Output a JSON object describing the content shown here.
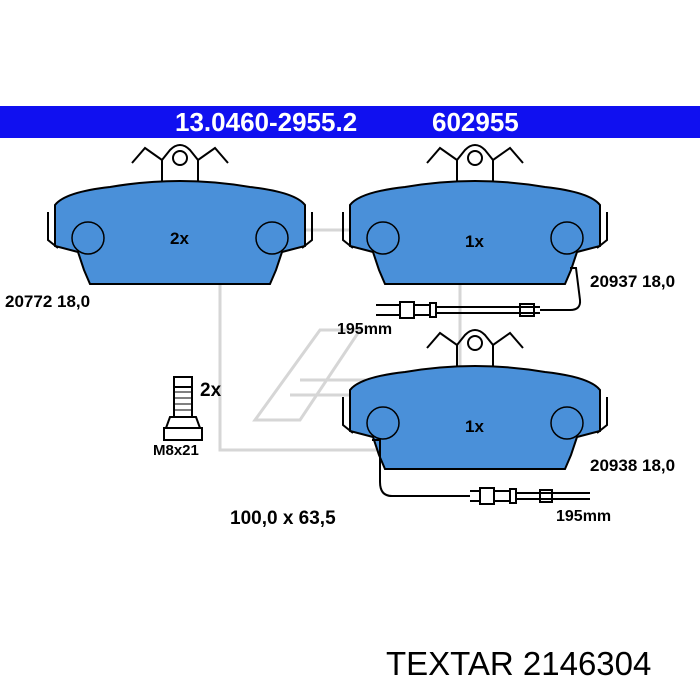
{
  "header": {
    "part_number": "13.0460-2955.2",
    "ref_number": "602955"
  },
  "pads": [
    {
      "qty": "2x",
      "code": "20772 18,0"
    },
    {
      "qty": "1x",
      "code": "20937 18,0",
      "wire_length": "195mm"
    },
    {
      "qty": "1x",
      "code": "20938 18,0",
      "wire_length": "195mm"
    }
  ],
  "bolt": {
    "qty": "2x",
    "size": "M8x21"
  },
  "dimensions": "100,0 x 63,5",
  "footer": "TEXTAR 2146304",
  "colors": {
    "header": "#1010f0",
    "pad": "#4a90d9"
  }
}
